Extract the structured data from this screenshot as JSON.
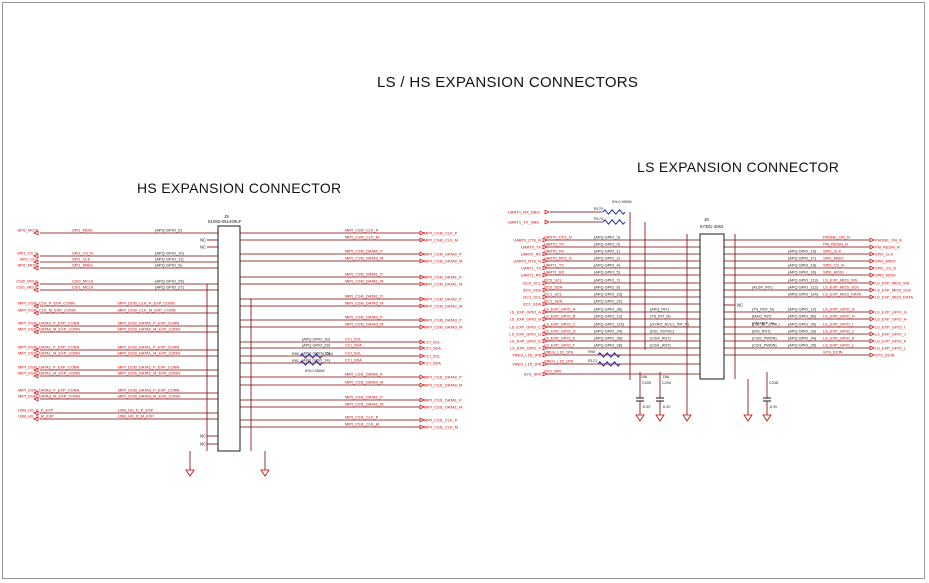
{
  "titles": {
    "main": "LS / HS EXPANSION CONNECTORS",
    "hs": "HS EXPANSION CONNECTOR",
    "ls": "LS EXPANSION CONNECTOR"
  },
  "colors": {
    "net": "#cc0000",
    "wire": "#7a0000",
    "body": "#1a1a1a",
    "resistor": "#1a1a99",
    "ground": "#cc0000"
  },
  "hs": {
    "ref": "J9",
    "part": "61082-061409LF",
    "left_nets": [
      "SPI1_MOSI",
      "",
      "",
      "SPI1_CS_N",
      "SPI1_CLK",
      "SPI1_MISO",
      "",
      "CSI0_MCLK",
      "CSI1_MCLK",
      "",
      "MIPI_DSI0_CLK_P_EXP_CONN",
      "MIPI_DSI0_CLK_M_EXP_CONN",
      "",
      "MIPI_DSI0_DATA0_P_EXP_CONN",
      "MIPI_DSI0_DATA0_M_EXP_CONN",
      "",
      "MIPI_DSI0_DATA1_P_EXP_CONN",
      "MIPI_DSI0_DATA1_M_EXP_CONN",
      "",
      "MIPI_DSI0_DATA2_P_EXP_CONN",
      "MIPI_DSI0_DATA2_M_EXP_CONN",
      "",
      "MIPI_DSI0_DATA3_P_EXP_CONN",
      "MIPI_DSI0_DATA3_M_EXP_CONN",
      "",
      "USB_HS_D_P_EXP",
      "USB_HS_D_M_EXP"
    ],
    "left_gpio": [
      "(APQ GPIO_0)",
      "",
      "",
      "(APQ GPIO_10)",
      "(APQ GPIO_11)",
      "(APQ GPIO_9)",
      "",
      "(APQ GPIO_26)",
      "(APQ GPIO_27)"
    ],
    "nc_left": [
      "NC",
      "NC",
      "NC",
      "NC"
    ],
    "right_nets": [
      "MIPI_CSI0_CLK_P",
      "MIPI_CSI0_CLK_M",
      "",
      "MIPI_CSI0_DATA0_P",
      "MIPI_CSI0_DATA0_M",
      "",
      "MIPI_CSI0_DATA1_P",
      "MIPI_CSI0_DATA1_M",
      "",
      "MIPI_CSI0_DATA2_P",
      "MIPI_CSI0_DATA2_M",
      "",
      "MIPI_CSI0_DATA3_P",
      "MIPI_CSI0_DATA3_M",
      "",
      "CCI_SCL",
      "CCI_SDA",
      "CCI_SCL",
      "CCI_SDA",
      "",
      "MIPI_CSI1_DATA0_P",
      "MIPI_CSI1_DATA0_M",
      "",
      "MIPI_CSI1_DATA1_P",
      "MIPI_CSI1_DATA1_M",
      "",
      "MIPI_CSI1_CLK_P",
      "MIPI_CSI1_CLK_M"
    ],
    "right_gpio": [
      "(APQ GPIO_30)",
      "(APQ GPIO_29)",
      "(APQ GPIO_15)",
      "(APQ GPIO_14)"
    ],
    "resistors": [
      "R90",
      "R91"
    ],
    "dni": "0_DNI",
    "res_value": "5%,0.050W"
  },
  "ls": {
    "ref": "J8",
    "part": "87381-4063",
    "uart_inputs": [
      "UART1_RX_DBG",
      "UART1_TX_DBG"
    ],
    "uart_res": [
      "R170",
      "R174"
    ],
    "uart_res_value": "5%,0.050W",
    "left_nets": [
      "UART0_CTS_N",
      "UART0_TX",
      "UART0_RX",
      "UART0_RTS_N",
      "UART1_TX",
      "UART1_RX",
      "I2C0_SCL",
      "I2C0_SDA",
      "I2C1_SCL",
      "I2C1_SDA",
      "LS_EXP_GPIO_A",
      "LS_EXP_GPIO_B",
      "LS_EXP_GPIO_C",
      "LS_EXP_GPIO_D",
      "LS_EXP_GPIO_E",
      "LS_EXP_GPIO_F",
      "VREG_L16_1P8",
      "VREG_L15_1P8",
      "SYS_SP0"
    ],
    "left_gpio": [
      "(APQ GPIO_3)",
      "(APQ GPIO_0)",
      "(APQ GPIO_1)",
      "(APQ GPIO_2)",
      "(APQ GPIO_4)",
      "(APQ GPIO_5)",
      "(APQ GPIO_7)",
      "(APQ GPIO_6)",
      "(APQ GPIO_23)",
      "(APQ GPIO_22)",
      "(APQ GPIO_36)",
      "(APQ GPIO_13)",
      "(APQ GPIO_115)",
      "(APQ GPIO_24)",
      "(APQ GPIO_35)",
      "(APQ GPIO_28)",
      "",
      "",
      ""
    ],
    "mid_labels": [
      "(APQ_INT)",
      "(TS_INT_N)",
      "(GYRO_ACCL_INT_N)",
      "(DSI_VSYNC)",
      "(CSI0_RST)",
      "(CSI1_RST)"
    ],
    "resistors": [
      "R90",
      "R121"
    ],
    "caps": [
      "C205",
      "C204",
      "C206"
    ],
    "cap_value": "6.3V",
    "dni": "DNI",
    "right_nets": [
      "PHONE_ON_N",
      "PM_RESIN_N",
      "SPI0_CLK",
      "SPI0_MISO",
      "SPI0_CS_N",
      "SPI0_MOSI",
      "LS_EXP_MI2S_WS",
      "LS_EXP_MI2S_SCK",
      "LS_EXP_MI2S_DATA",
      "",
      "LS_EXP_GPIO_G",
      "LS_EXP_GPIO_H",
      "LS_EXP_GPIO_I",
      "LS_EXP_GPIO_J",
      "LS_EXP_GPIO_K",
      "LS_EXP_GPIO_L",
      "SYS_DCIN"
    ],
    "right_gpio": [
      "",
      "",
      "(APQ GPIO_19)",
      "(APQ GPIO_17)",
      "(APQ GPIO_18)",
      "(APQ GPIO_16)",
      "(APQ GPIO_113)",
      "(APQ GPIO_112)",
      "(APQ GPIO_114)",
      "",
      "(APQ GPIO_12)",
      "(APQ GPIO_86)",
      "(APQ GPIO_26)",
      "(APQ GPIO_33)",
      "(APQ GPIO_34)",
      "(APQ GPIO_25)",
      ""
    ],
    "right_mid_labels": [
      "(ALSP_INT)",
      "(TS_RST_N)",
      "(MAG_INT)",
      "(DSI_BL_CTRL)",
      "(DSI_RST)",
      "(CSI0_PWDN)",
      "(CSI1_PWDN)",
      "(PM MPP_4)"
    ],
    "nc": "NC"
  }
}
